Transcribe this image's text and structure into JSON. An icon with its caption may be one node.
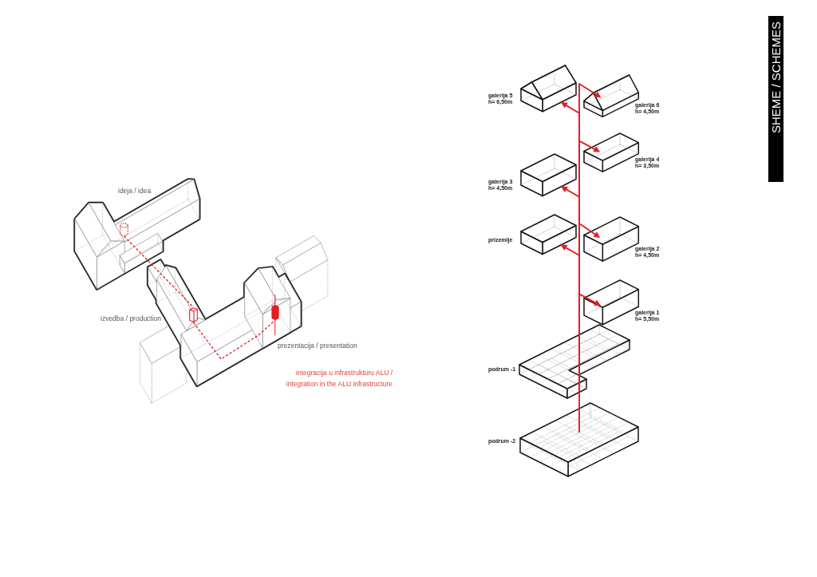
{
  "diagram": {
    "title": "SHEME / SCHEMES",
    "nodes": [
      {
        "text": [],
        "shape": "cylinder"
      },
      {
        "text": [],
        "shape": "box"
      },
      {
        "text": [],
        "shape": "cylinder"
      },
      {
        "text": [
          "galerija 5 h= 6,50m"
        ]
      },
      {
        "text": [
          "galerija 6 h= 4,50m"
        ]
      },
      {
        "text": [
          "galerija 4 h= 3,50m"
        ]
      },
      {
        "text": [
          "galerija 3 h= 4,50m"
        ]
      },
      {
        "text": [
          "prizemlje"
        ]
      },
      {
        "text": [
          "galerija 2 h= 4,50m"
        ]
      },
      {
        "text": [
          "galerija 1 h= 5,50m"
        ]
      },
      {
        "text": [
          "podrum -1"
        ]
      },
      {
        "text": [
          "podrum -2"
        ]
      }
    ],
    "edges": [
      {
        "from": 0,
        "to": 1,
        "arrow": "none",
        "style": "dashed"
      },
      {
        "from": 1,
        "to": 2,
        "arrow": "none",
        "style": "dashed"
      },
      {
        "from": 11,
        "to": 10,
        "arrow": "none"
      },
      {
        "from": 10,
        "to": 3,
        "arrow": "to"
      },
      {
        "from": 10,
        "to": 4,
        "arrow": "to"
      },
      {
        "from": 10,
        "to": 5,
        "arrow": "to"
      },
      {
        "from": 10,
        "to": 6,
        "arrow": "to"
      },
      {
        "from": 10,
        "to": 7,
        "arrow": "to"
      },
      {
        "from": 10,
        "to": 8,
        "arrow": "to"
      },
      {
        "from": 10,
        "to": 9,
        "arrow": "to"
      }
    ],
    "labels": [
      "ideja / idea",
      "izvedba / production",
      "prezentacija / presentation",
      "integracija u infrastrukturu ALU / integration in the ALU infrastructure"
    ]
  }
}
